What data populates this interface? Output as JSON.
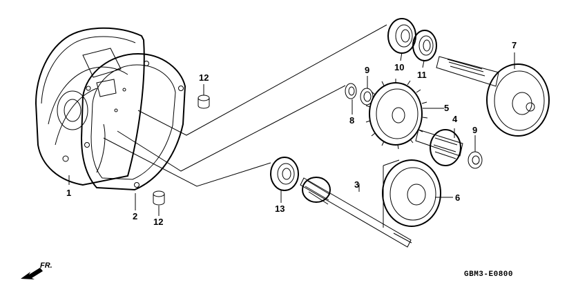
{
  "diagram": {
    "callouts": {
      "p1": "1",
      "p2": "2",
      "p3": "3",
      "p4": "4",
      "p5": "5",
      "p6": "6",
      "p7": "7",
      "p8": "8",
      "p9a": "9",
      "p9b": "9",
      "p10": "10",
      "p11": "11",
      "p12a": "12",
      "p12b": "12",
      "p13": "13"
    },
    "direction_label": "FR.",
    "diagram_code": "GBM3-E0800"
  }
}
